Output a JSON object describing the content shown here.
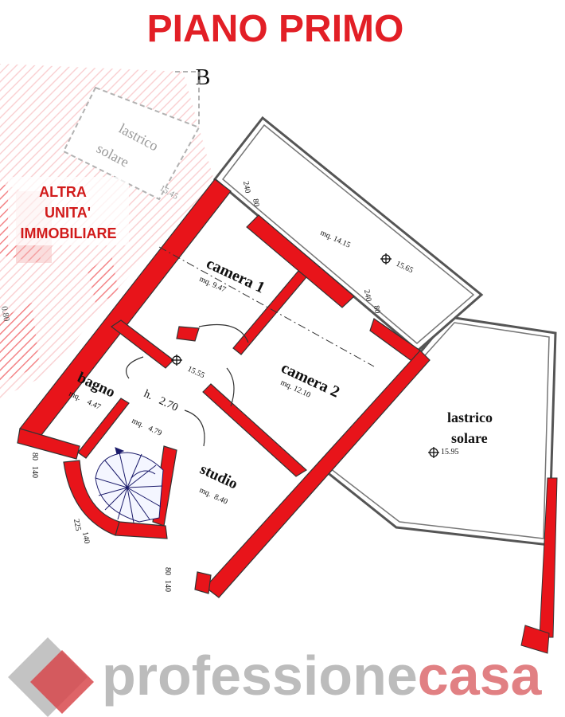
{
  "header": {
    "title": "PIANO PRIMO",
    "grid_letter": "B"
  },
  "colors": {
    "wall": "#e8141a",
    "accent": "#e21f26",
    "text": "#111111",
    "brand_gray": "#b5b5b5",
    "brand_red": "#c9151b"
  },
  "neighbour": {
    "line1": "ALTRA",
    "line2": "UNITA'",
    "line3": "IMMOBILIARE"
  },
  "rooms": {
    "camera1": {
      "name": "camera 1",
      "area": "mq. 9.47"
    },
    "camera2": {
      "name": "camera 2",
      "area": "mq. 12.10"
    },
    "bagno": {
      "name": "bagno",
      "area": "mq.    4.47"
    },
    "hall": {
      "height": "h.   2.70",
      "area": "mq.   4.79"
    },
    "studio": {
      "name": "studio",
      "area": "mq.  8.40"
    },
    "terrace_top": {
      "area": "mq. 14.15",
      "level": "15.65"
    },
    "lastrico_right": {
      "line1": "lastrico",
      "line2": "solare",
      "level": "15.95"
    },
    "lastrico_left": {
      "line1": "lastrico",
      "line2": "solare",
      "level": "15.45"
    }
  },
  "levels": {
    "hall": "15.55",
    "left_edge": "0.80"
  },
  "dims": {
    "d1": "240",
    "d2": "80",
    "d3": "240",
    "d4": "80",
    "d5": "80",
    "d6": "140",
    "d7": "225",
    "d8": "140",
    "d9": "80",
    "d10": "140"
  },
  "brand": {
    "part1": "professione",
    "part2": "casa"
  }
}
